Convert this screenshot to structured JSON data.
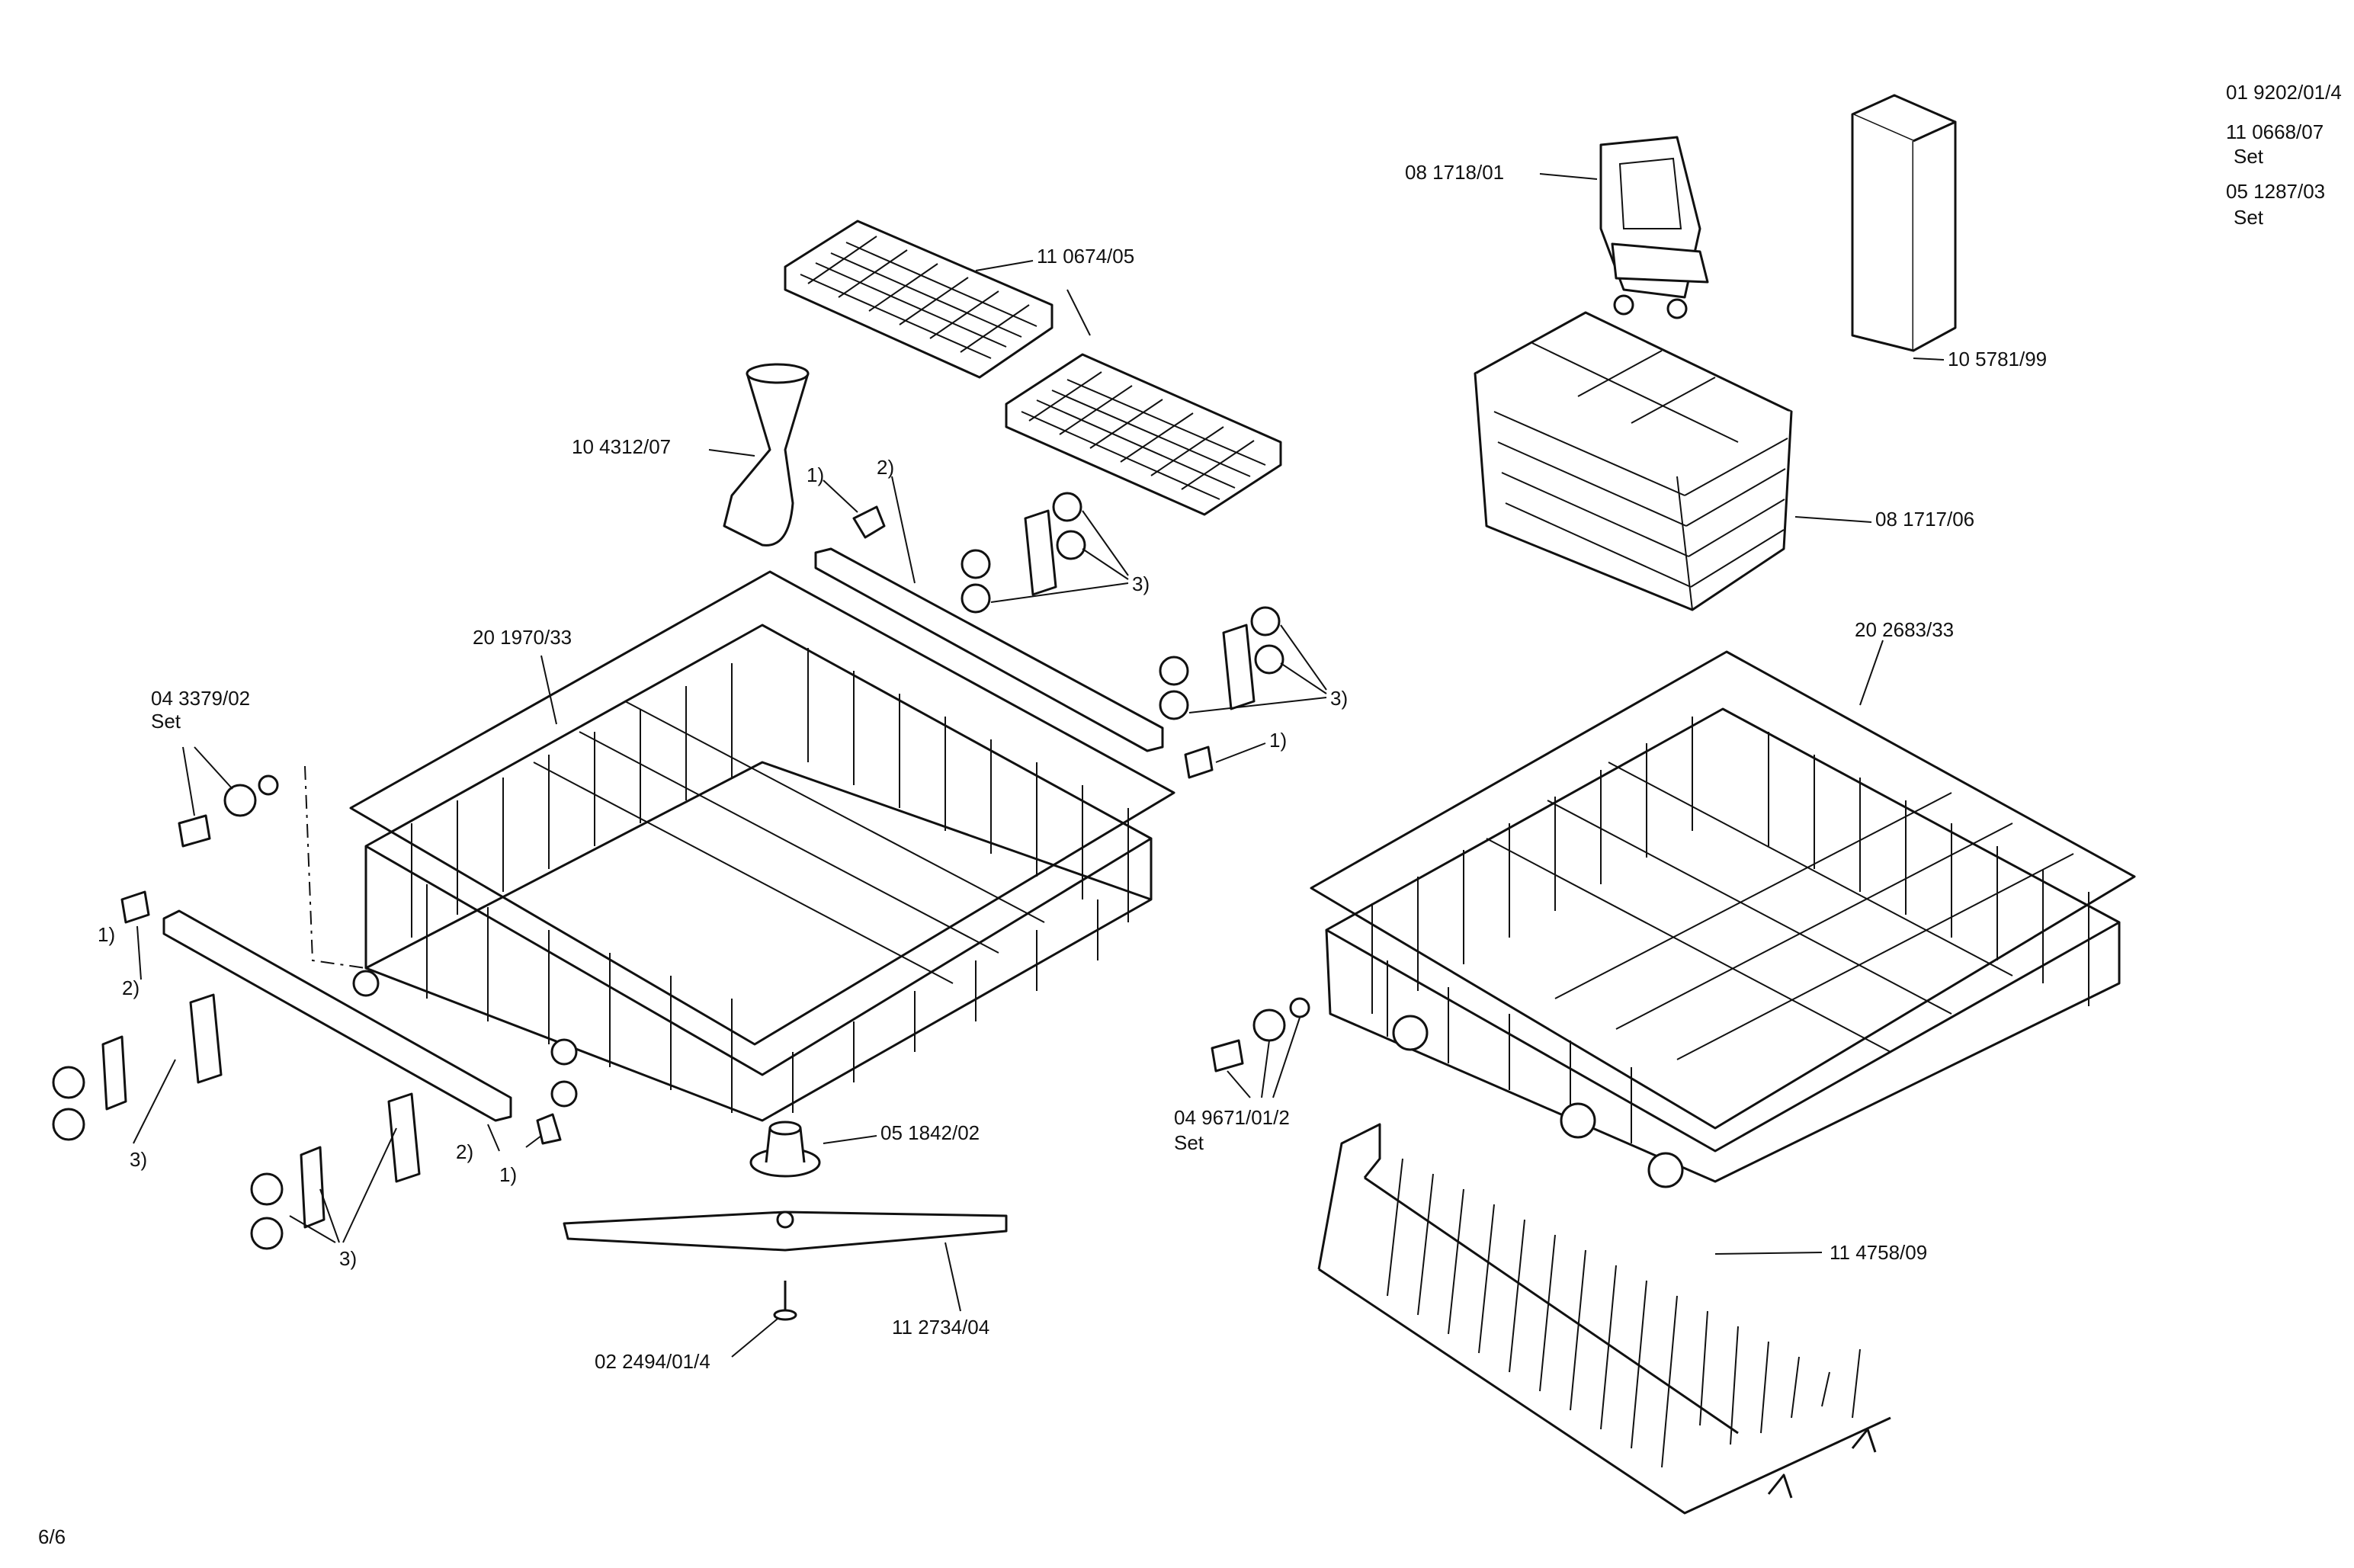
{
  "page_number": "6/6",
  "corner_codes": [
    "01 9202/01/4",
    "11 0668/07",
    "Set",
    "05 1287/03",
    "Set"
  ],
  "labels": {
    "insert_rack_top": "11 0674/05",
    "cup_holder": "10 4312/07",
    "ref_1_top": "1)",
    "ref_2_top": "2)",
    "ref_3_center": "3)",
    "ref_3_right": "3)",
    "ref_1_right": "1)",
    "upper_basket": "20 1970/33",
    "set_left": "04 3379/02",
    "set_left_word": "Set",
    "ref_1_left": "1)",
    "ref_2_left": "2)",
    "ref_3_left_bottom": "3)",
    "ref_2_bottom": "2)",
    "ref_1_bottom": "1)",
    "ref_3_bottom": "3)",
    "spray_connector": "05 1842/02",
    "spray_arm": "11 2734/04",
    "screw": "02 2494/01/4",
    "cutlery_handle": "08 1718/01",
    "cutlery_basket": "08 1717/06",
    "tall_insert": "10 5781/99",
    "lower_basket": "20 2683/33",
    "set_right": "04 9671/01/2",
    "set_right_word": "Set",
    "plate_rack": "11 4758/09"
  }
}
